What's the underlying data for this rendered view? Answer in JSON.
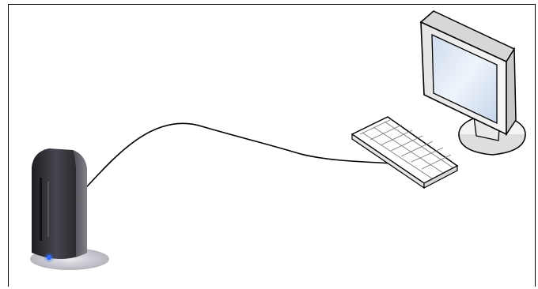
{
  "diagram": {
    "nodes": [
      {
        "id": "modem",
        "icon": "modem-icon"
      },
      {
        "id": "computer",
        "icon": "monitor-icon",
        "accessory": "keyboard-icon"
      }
    ],
    "edges": [
      {
        "from": "modem",
        "to": "computer",
        "style": "cable"
      }
    ]
  },
  "colors": {
    "frame": "#000000",
    "cable": "#000000",
    "monitor_body": "#f2f2f2",
    "monitor_screen": "#d9e6f2",
    "modem_body": "#2b2b30",
    "modem_light": "#2f6bff"
  }
}
